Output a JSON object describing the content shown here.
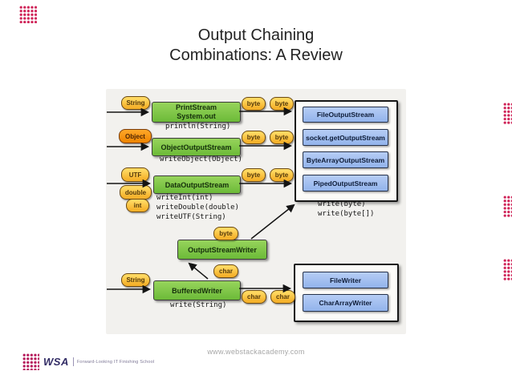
{
  "slide": {
    "title": {
      "line1": "Output Chaining",
      "line2": "Combinations: A Review"
    },
    "footer_url": "www.webstackacademy.com",
    "logo": {
      "brand": "WSA",
      "tagline": "Forward-Looking IT Finishing School"
    }
  },
  "diagram": {
    "pills": {
      "string": "String",
      "object": "Object",
      "utf": "UTF",
      "double": "double",
      "int": "int",
      "byte": "byte",
      "char": "char"
    },
    "streams": {
      "printstream": "PrintStream",
      "printstream_sub": "System.out",
      "object_output_stream": "ObjectOutputStream",
      "data_output_stream": "DataOutputStream",
      "output_stream_writer": "OutputStreamWriter",
      "buffered_writer": "BufferedWriter"
    },
    "methods": {
      "println": "println(String)",
      "write_object": "writeObject(Object)",
      "write_int": "writeInt(int)",
      "write_double": "writeDouble(double)",
      "write_utf": "writeUTF(String)",
      "write_byte": "write(byte)",
      "write_byte_array": "write(byte[])",
      "write_string": "write(String)"
    },
    "byte_sinks": [
      "FileOutputStream",
      "socket.getOutputStream",
      "ByteArrayOutputStream",
      "PipedOutputStream"
    ],
    "char_sinks": [
      "FileWriter",
      "CharArrayWriter"
    ]
  },
  "colors": {
    "stream_green": "#7cc543",
    "pill_yellow": "#fdc84e",
    "pill_orange": "#f79310",
    "sink_blue": "#a3c0f0",
    "accent_magenta": "#c51f5d",
    "title_text": "#232323",
    "footer_text": "#a6a6a6"
  }
}
